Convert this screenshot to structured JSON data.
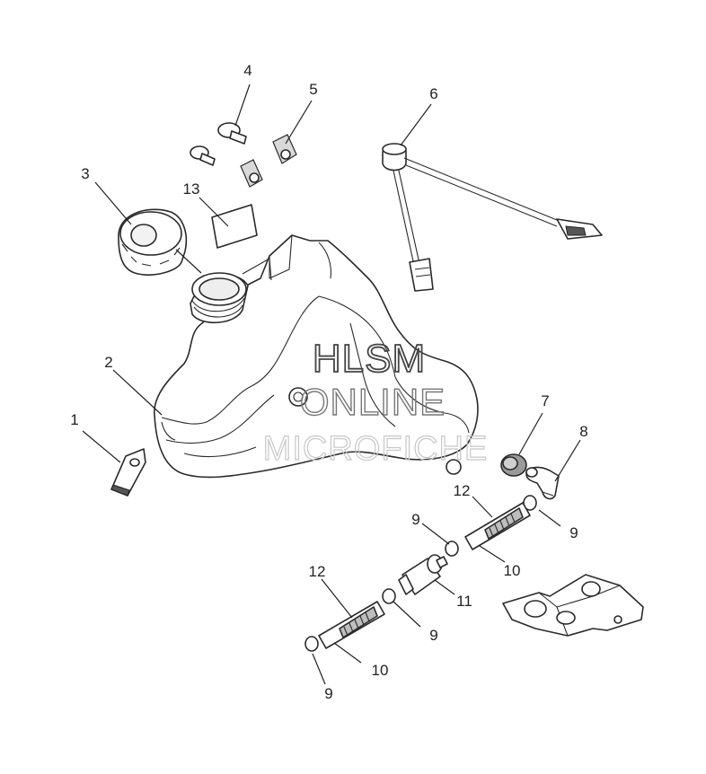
{
  "callouts": {
    "c1": "1",
    "c2": "2",
    "c3": "3",
    "c4": "4",
    "c5": "5",
    "c6": "6",
    "c7": "7",
    "c8": "8",
    "c9a": "9",
    "c9b": "9",
    "c9c": "9",
    "c9d": "9",
    "c10a": "10",
    "c10b": "10",
    "c11": "11",
    "c12a": "12",
    "c12b": "12",
    "c13": "13"
  },
  "watermark": {
    "line1": "HLSM",
    "line2": "ONLINE",
    "line3": "MICROFICHE"
  }
}
